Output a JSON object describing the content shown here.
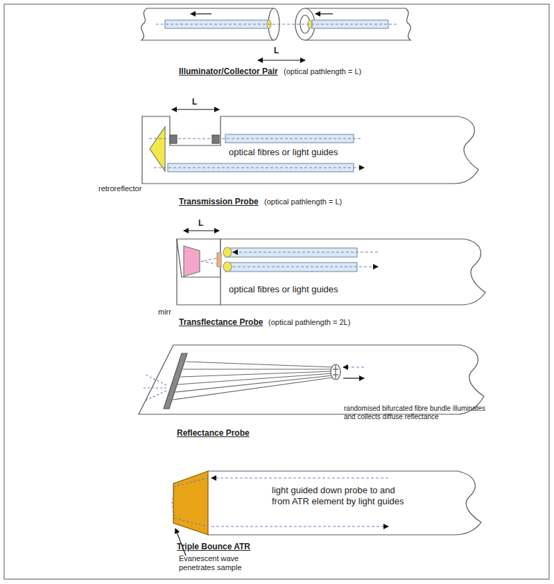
{
  "diagram": {
    "labels": [
      "L",
      "Illuminator/Collector Pair",
      "(optical pathlength = L)",
      "L",
      "optical fibres or light guides",
      "retroreflector",
      "Transmission Probe",
      "(optical pathlength = L)",
      "L",
      "mirr",
      "optical fibres or light guides",
      "Transflectance Probe",
      "(optical pathlength = 2L)",
      "Reflectance Probe",
      "randomised bifurcated fibre bundle illuminates and collects diffuse reflectance",
      "light guided down probe to and from ATR element by light guides",
      "Triple Bounce ATR",
      "Evanescent wave penetrates sample"
    ]
  }
}
